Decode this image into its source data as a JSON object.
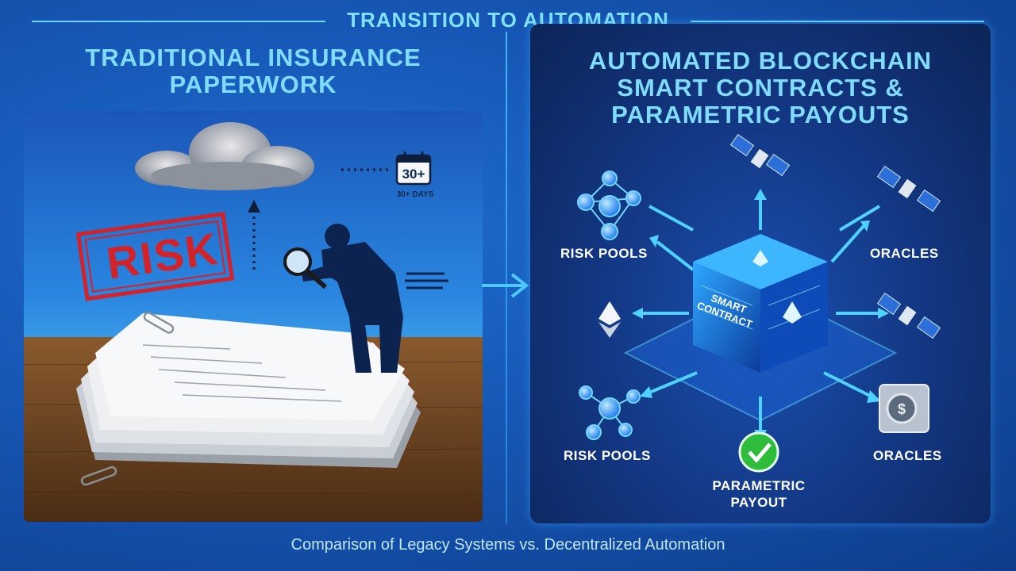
{
  "header": {
    "title": "TRANSITION TO AUTOMATION"
  },
  "left": {
    "title_line1": "TRADITIONAL INSURANCE",
    "title_line2": "PAPERWORK",
    "stamp": "RISK",
    "calendar": "30+",
    "calendar_caption": "30+ DAYS"
  },
  "right": {
    "title_line1": "AUTOMATED BLOCKCHAIN",
    "title_line2": "SMART CONTRACTS &",
    "title_line3": "PARAMETRIC PAYOUTS",
    "cube_line1": "SMART",
    "cube_line2": "CONTRACT",
    "labels": {
      "risk_pools_top": "RISK POOLS",
      "oracles_top": "ORACLES",
      "risk_pools_bottom": "RISK POOLS",
      "oracles_bottom": "ORACLES",
      "payout_line1": "PARAMETRIC",
      "payout_line2": "PAYOUT"
    }
  },
  "footer": {
    "caption": "Comparison of Legacy Systems vs. Decentralized Automation"
  },
  "colors": {
    "accent": "#7fdcff",
    "background": "#1656b4",
    "stamp": "#d2232a",
    "check": "#2ebd3a"
  }
}
